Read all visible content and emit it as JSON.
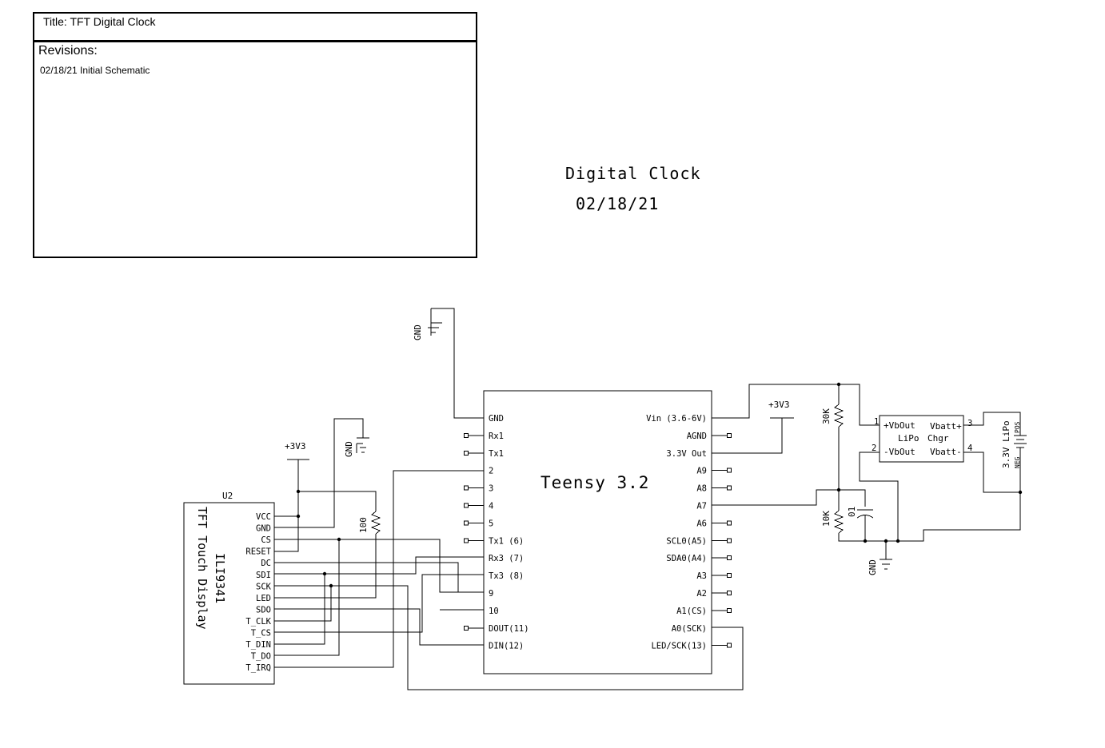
{
  "title_block": {
    "title": "Title: TFT Digital Clock",
    "revisions_label": "Revisions:",
    "revision_entry": "02/18/21 Initial Schematic"
  },
  "sheet_heading": {
    "line1": "Digital Clock",
    "line2": "02/18/21"
  },
  "teensy": {
    "name": "Teensy 3.2",
    "left_pins": [
      "GND",
      "Rx1",
      "Tx1",
      "2",
      "3",
      "4",
      "5",
      "Tx1 (6)",
      "Rx3 (7)",
      "Tx3 (8)",
      "9",
      "10",
      "DOUT(11)",
      "DIN(12)"
    ],
    "right_pins": [
      "Vin (3.6-6V)",
      "AGND",
      "3.3V Out",
      "A9",
      "A8",
      "A7",
      "A6",
      "SCL0(A5)",
      "SDA0(A4)",
      "A3",
      "A2",
      "A1(CS)",
      "A0(SCK)",
      "LED/SCK(13)"
    ]
  },
  "display": {
    "ref": "U2",
    "name_line1": "ILI9341",
    "name_line2": "TFT Touch Display",
    "pins": [
      "VCC",
      "GND",
      "CS",
      "RESET",
      "DC",
      "SDI",
      "SCK",
      "LED",
      "SDO",
      "T_CLK",
      "T_CS",
      "T_DIN",
      "T_DO",
      "T_IRQ"
    ]
  },
  "charger": {
    "line1": "LiPo",
    "line2": "Chgr",
    "pin_vbout_plus": "+VbOut",
    "pin_vbout_minus": "-VbOut",
    "pin_vbatt_plus": "Vbatt+",
    "pin_vbatt_minus": "Vbatt-",
    "pin1": "1",
    "pin2": "2",
    "pin3": "3",
    "pin4": "4"
  },
  "battery": {
    "label": "3.3V LiPo",
    "pos": "POS",
    "neg": "NEG"
  },
  "components": {
    "r_backlight": "100",
    "r_top": "30K",
    "r_bottom": "10K",
    "cap": "01"
  },
  "power": {
    "gnd": "GND",
    "v33": "+3V3"
  }
}
